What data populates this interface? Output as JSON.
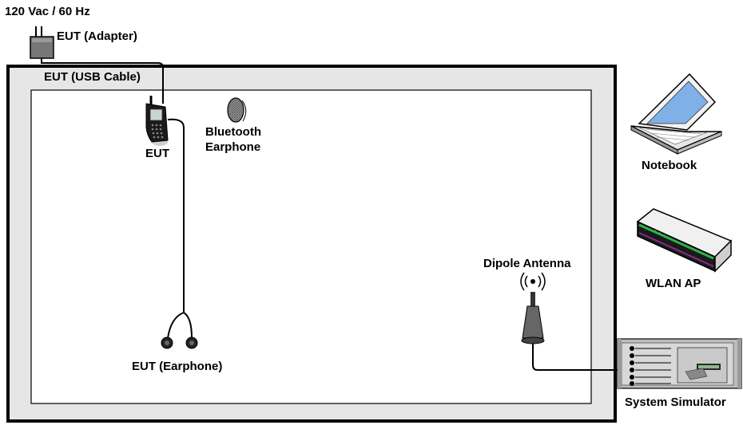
{
  "labels": {
    "power": "120 Vac / 60 Hz",
    "adapter": "EUT (Adapter)",
    "usb_cable": "EUT (USB Cable)",
    "eut": "EUT",
    "bluetooth_line1": "Bluetooth",
    "bluetooth_line2": "Earphone",
    "earphone": "EUT (Earphone)",
    "dipole_antenna": "Dipole Antenna",
    "notebook": "Notebook",
    "wlan_ap": "WLAN AP",
    "system_simulator": "System Simulator"
  },
  "colors": {
    "line": "#000000",
    "chamber_fill": "#e6e6e6",
    "inner_fill": "#ffffff",
    "device_gray": "#777777",
    "screen_blue": "#7fb0e8",
    "router_green": "#2db34a",
    "router_purple": "#8a2a8a"
  },
  "icons": {
    "adapter": "power-adapter-icon",
    "phone": "mobile-phone-icon",
    "bluetooth": "bluetooth-earphone-icon",
    "earphone": "wired-earphone-icon",
    "antenna": "dipole-antenna-icon",
    "notebook": "notebook-icon",
    "wlan": "wlan-router-icon",
    "simulator": "system-simulator-icon"
  }
}
